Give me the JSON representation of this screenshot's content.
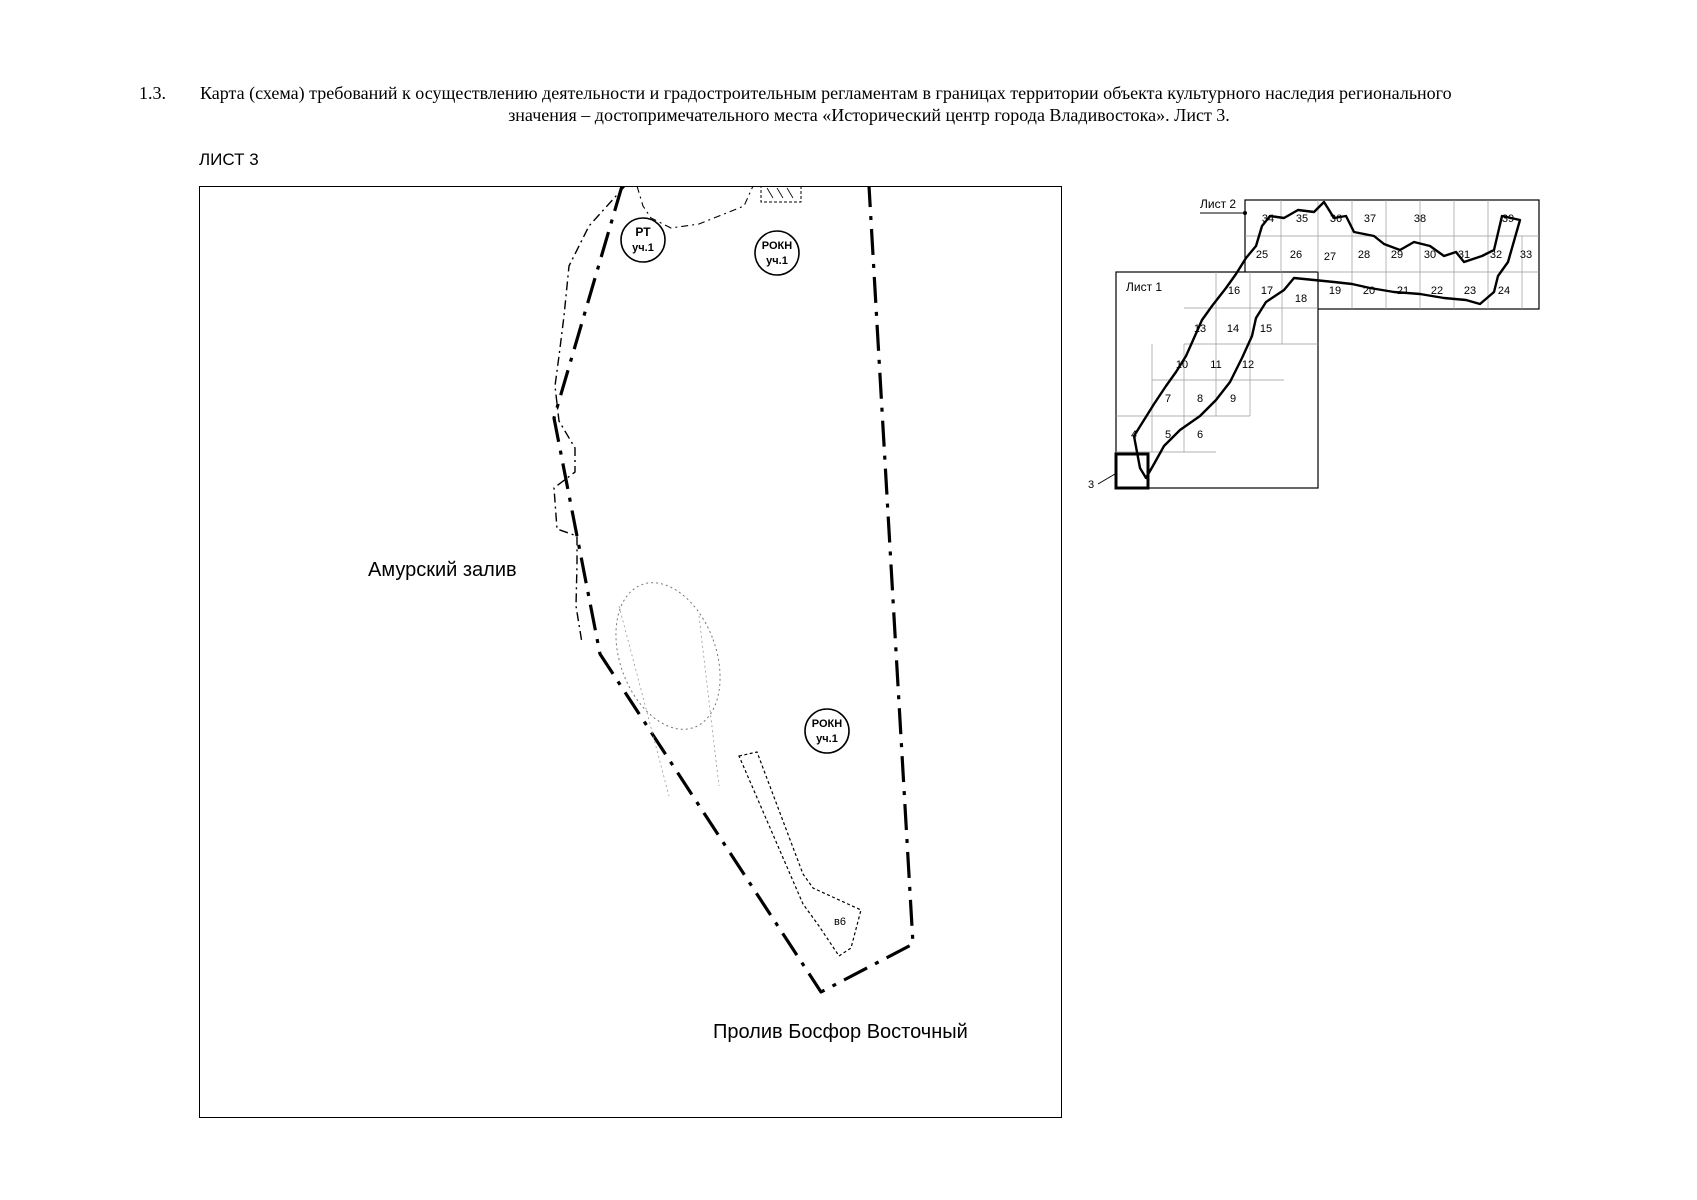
{
  "heading": {
    "number": "1.3.",
    "line1": "Карта (схема) требований к осуществлению деятельности и градостроительным регламентам в границах территории объекта культурного наследия регионального",
    "line2": "значения – достопримечательного места «Исторический центр города Владивостока». Лист 3."
  },
  "sheet_label": "ЛИСТ 3",
  "main_map": {
    "water_labels": {
      "amur_bay": "Амурский залив",
      "bosphorus": "Пролив Босфор Восточный"
    },
    "zones": {
      "rt": {
        "code": "РТ",
        "plot": "уч.1"
      },
      "rokn_top": {
        "code": "РОКН",
        "plot": "уч.1"
      },
      "rokn_bottom": {
        "code": "РОКН",
        "plot": "уч.1"
      }
    },
    "object_label": "в6"
  },
  "index_map": {
    "sheet1_label": "Лист 1",
    "sheet2_label": "Лист 2",
    "current_sheet_label": "3",
    "sheet1_cells": [
      "4",
      "5",
      "6",
      "7",
      "8",
      "9",
      "10",
      "11",
      "12",
      "13",
      "14",
      "15",
      "16",
      "17",
      "18"
    ],
    "sheet2_cells": [
      "19",
      "20",
      "21",
      "22",
      "23",
      "24",
      "25",
      "26",
      "27",
      "28",
      "29",
      "30",
      "31",
      "32",
      "33",
      "34",
      "35",
      "36",
      "37",
      "38",
      "39"
    ]
  }
}
